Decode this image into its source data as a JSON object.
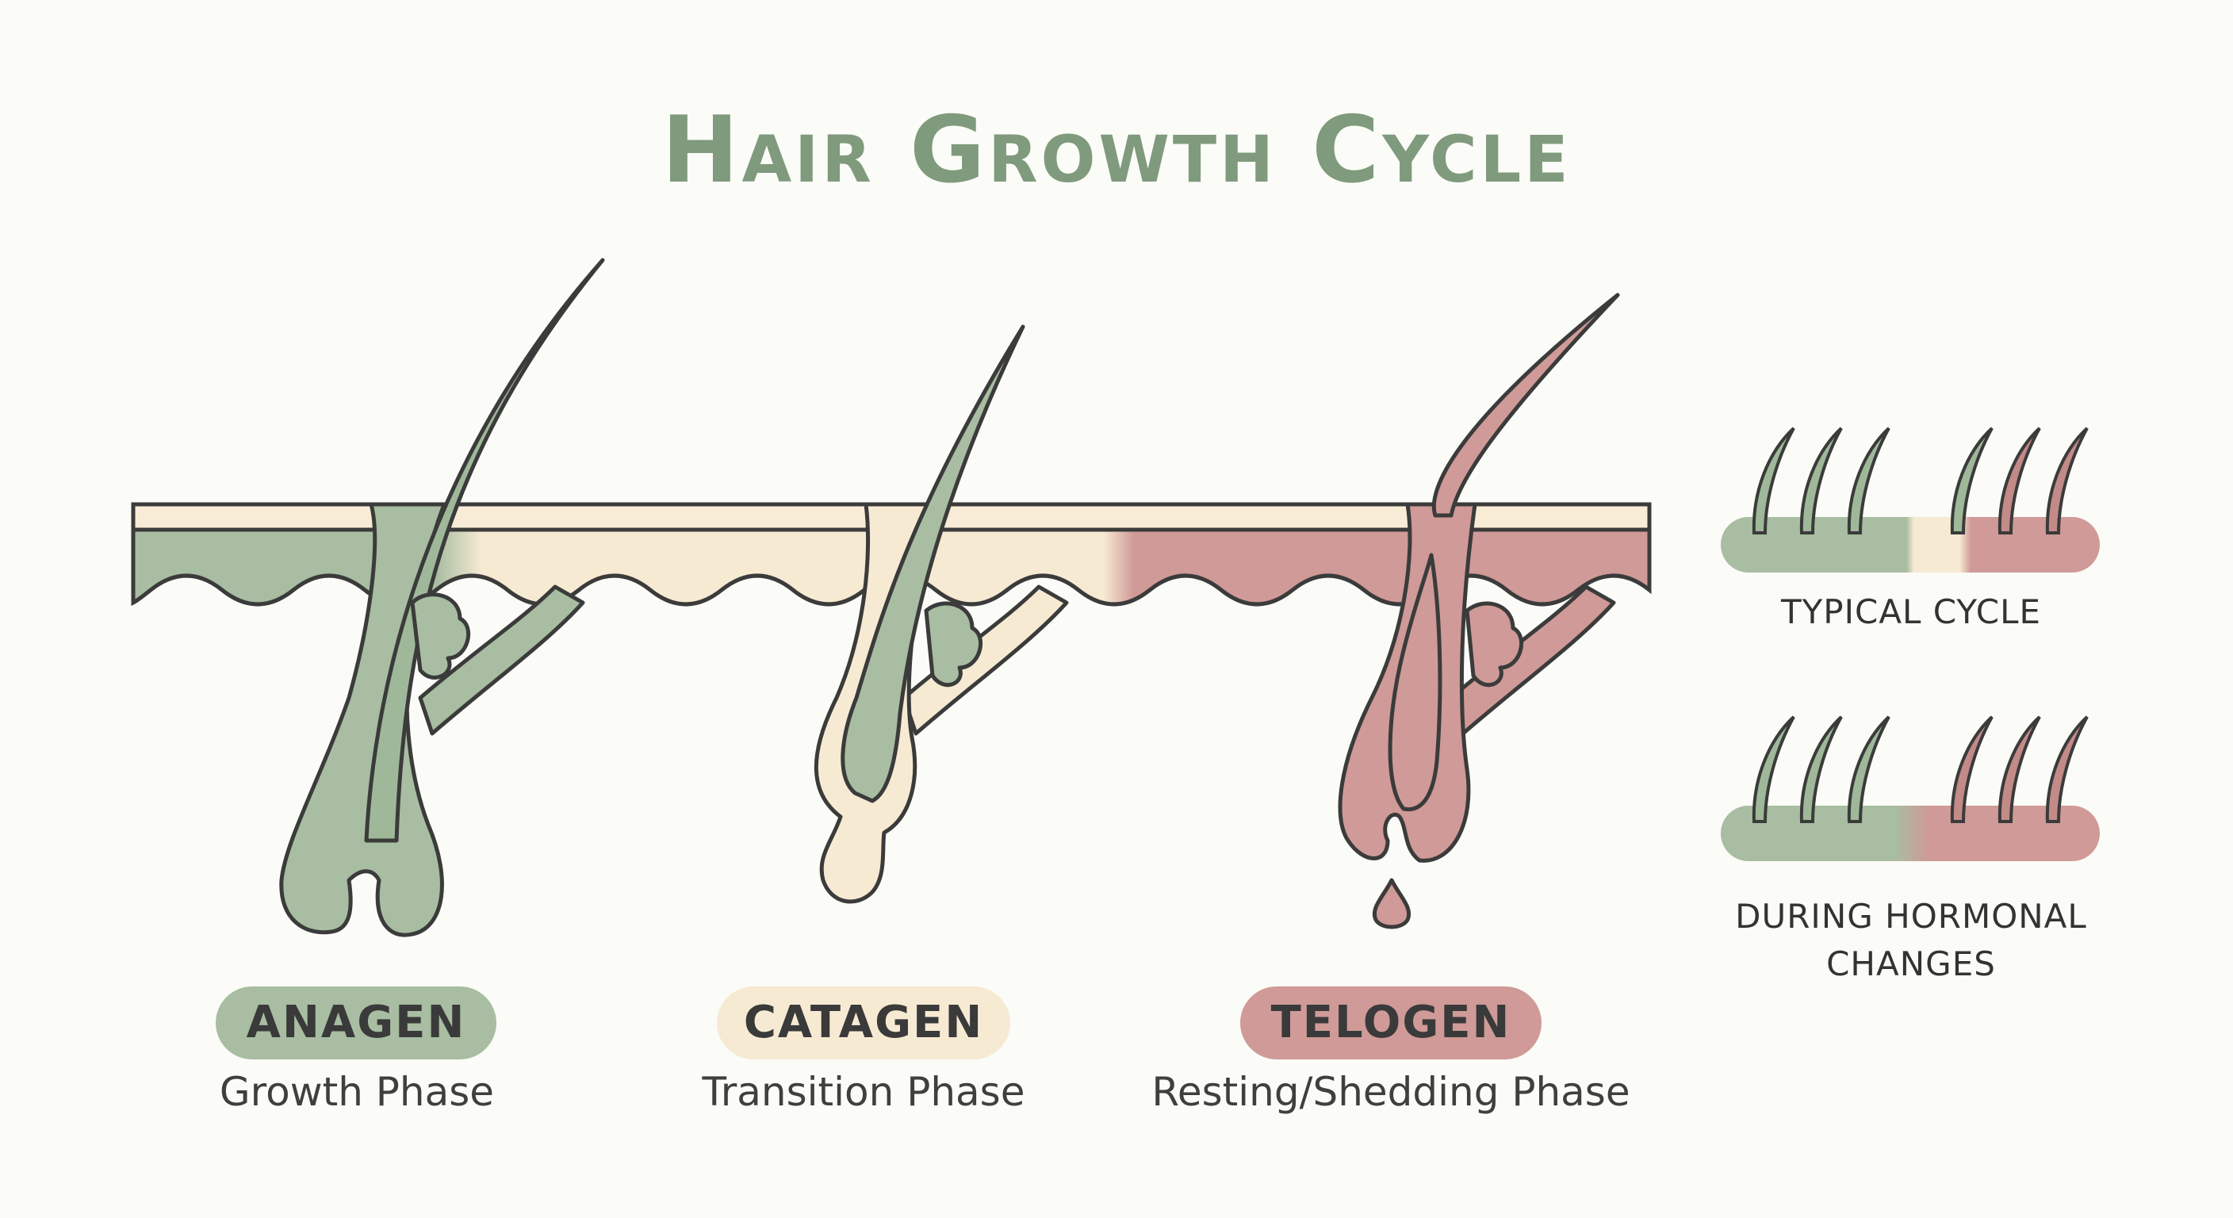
{
  "title": "Hair Growth Cycle",
  "phases": [
    {
      "name": "ANAGEN",
      "description": "Growth Phase",
      "color": "#a8bda1"
    },
    {
      "name": "CATAGEN",
      "description": "Transition Phase",
      "color": "#f7ead3"
    },
    {
      "name": "TELOGEN",
      "description": "Resting/Shedding Phase",
      "color": "#cf9a97"
    }
  ],
  "legend": {
    "typical_label": "TYPICAL CYCLE",
    "hormonal_label": "DURING HORMONAL CHANGES"
  },
  "colors": {
    "title": "#7f9a7c",
    "outline": "#3b3b3b",
    "green": "#a8bda1",
    "cream": "#f7ead3",
    "rose": "#cf9a97"
  }
}
